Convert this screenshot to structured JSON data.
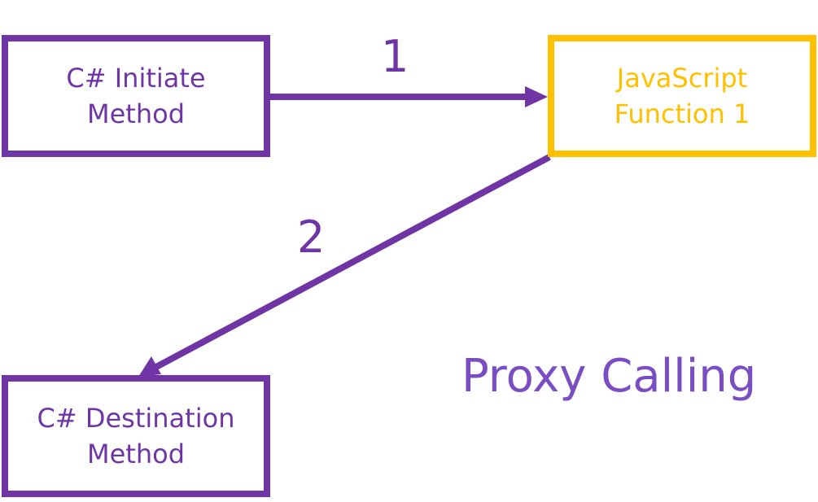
{
  "colors": {
    "purple": "#6f35a5",
    "gold": "#ffc000",
    "title_purple": "#7a4ec2"
  },
  "nodes": {
    "initiate": {
      "line1": "C# Initiate",
      "line2": "Method"
    },
    "javascript": {
      "line1": "JavaScript",
      "line2": "Function 1"
    },
    "destination": {
      "line1": "C# Destination",
      "line2": "Method"
    }
  },
  "edges": {
    "first": {
      "label": "1"
    },
    "second": {
      "label": "2"
    }
  },
  "title": "Proxy Calling"
}
